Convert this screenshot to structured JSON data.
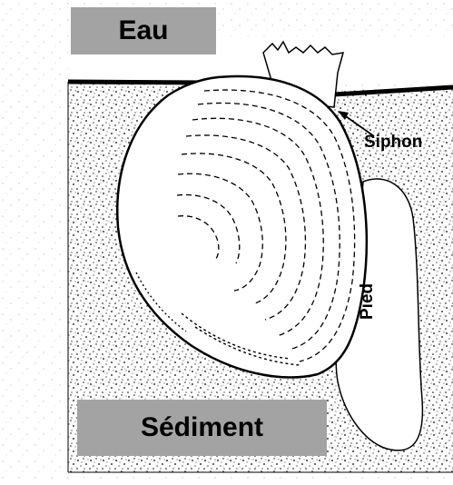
{
  "labels": {
    "water": "Eau",
    "sediment": "Sédiment",
    "siphon": "Siphon",
    "foot": "Pied"
  },
  "colors": {
    "label_box": "#a3a3a3",
    "sediment_dots": "#000000",
    "background": "#ffffff",
    "outline": "#000000"
  }
}
